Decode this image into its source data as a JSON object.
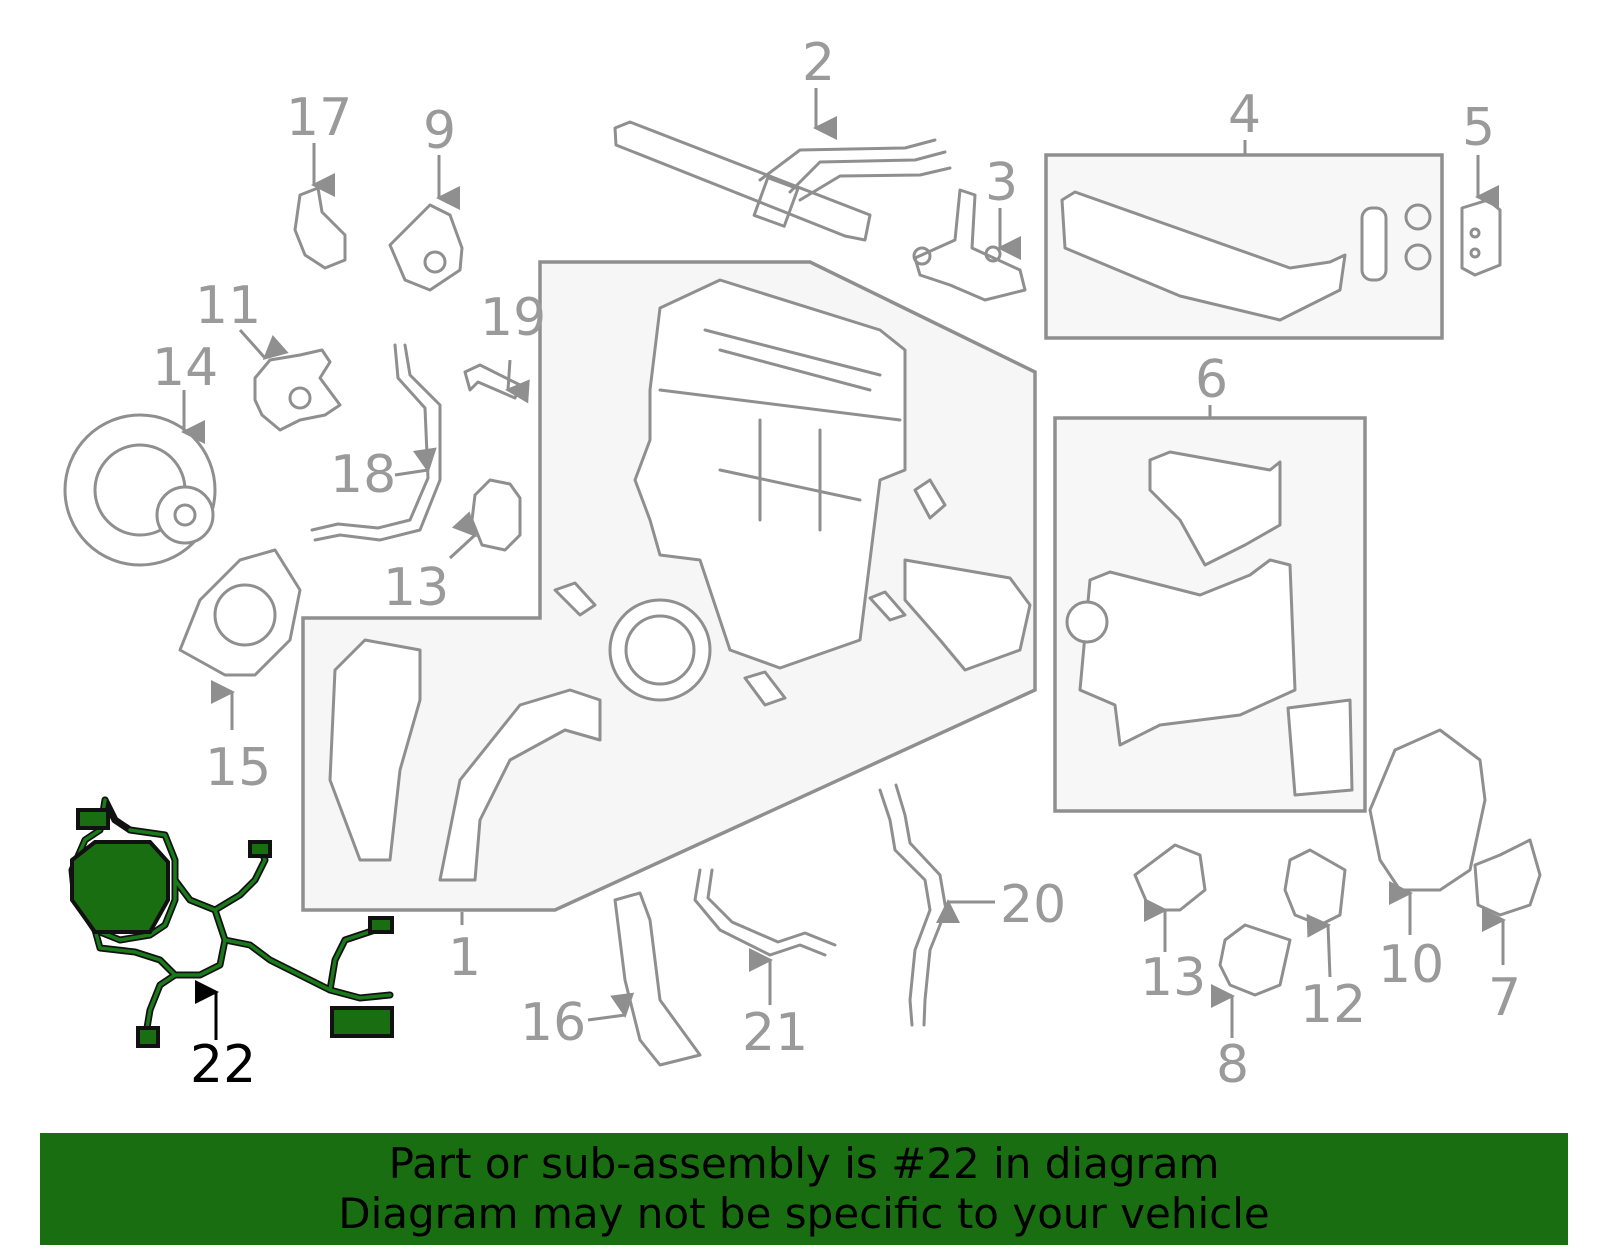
{
  "diagram": {
    "callouts": {
      "c1": "1",
      "c2": "2",
      "c3": "3",
      "c4": "4",
      "c5": "5",
      "c6": "6",
      "c7": "7",
      "c8": "8",
      "c9": "9",
      "c10": "10",
      "c11": "11",
      "c12": "12",
      "c13a": "13",
      "c13b": "13",
      "c14": "14",
      "c15": "15",
      "c16": "16",
      "c17": "17",
      "c18": "18",
      "c19": "19",
      "c20": "20",
      "c21": "21",
      "c22": "22"
    },
    "highlight_part": "22",
    "highlight_color": "#1a6e12"
  },
  "banner": {
    "line1": "Part or sub-assembly is #22 in diagram",
    "line2": "Diagram may not be specific to your vehicle",
    "background": "#1a6e12"
  }
}
